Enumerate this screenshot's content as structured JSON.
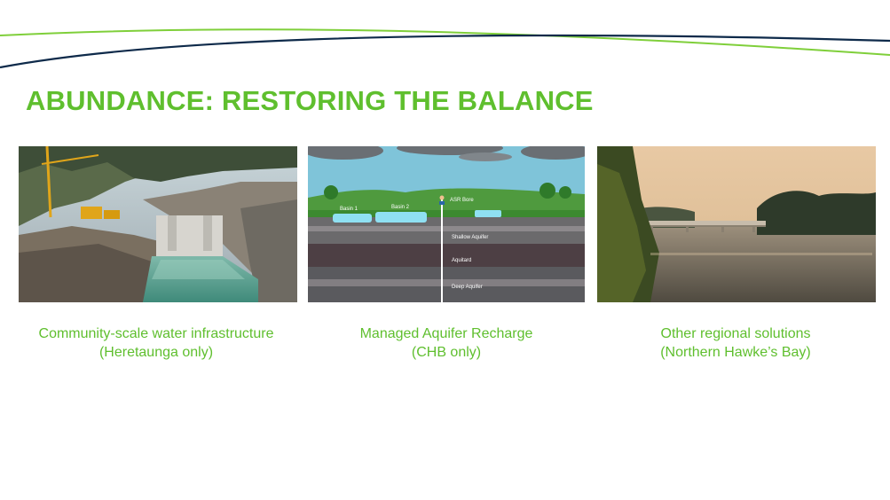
{
  "slide": {
    "title": "ABUNDANCE: RESTORING THE BALANCE",
    "colors": {
      "accent": "#5fbf2e",
      "navy": "#0e2a4a"
    },
    "items": [
      {
        "image": "dam-construction-photo",
        "caption_line1": "Community-scale water infrastructure",
        "caption_line2": "(Heretaunga only)"
      },
      {
        "image": "aquifer-recharge-diagram",
        "caption_line1": "Managed Aquifer Recharge",
        "caption_line2": "(CHB only)",
        "diagram_labels": {
          "basin1": "Basin 1",
          "basin2": "Basin 2",
          "asr_bore": "ASR Bore",
          "shallow": "Shallow Aquifer",
          "aquitard": "Aquitard",
          "deep": "Deep Aquifer"
        }
      },
      {
        "image": "river-bridge-photo",
        "caption_line1": "Other regional solutions",
        "caption_line2": "(Northern Hawke’s Bay)"
      }
    ]
  }
}
